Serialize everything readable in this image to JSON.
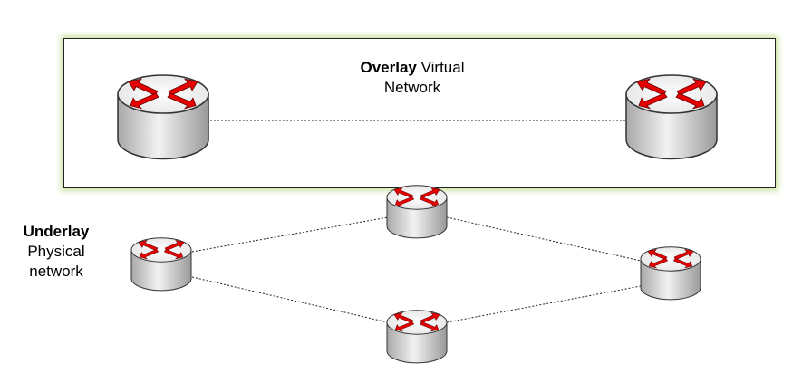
{
  "overlay": {
    "title_bold": "Overlay",
    "title_rest": "Virtual",
    "title_line2": "Network"
  },
  "underlay": {
    "title_bold": "Underlay",
    "title_line2": "Physical",
    "title_line3": "network"
  },
  "colors": {
    "arrow": "#e60000",
    "router_body": "#d9d9d9",
    "overlay_glow": "#cfe3a6"
  },
  "icons": [
    "router-icon"
  ]
}
